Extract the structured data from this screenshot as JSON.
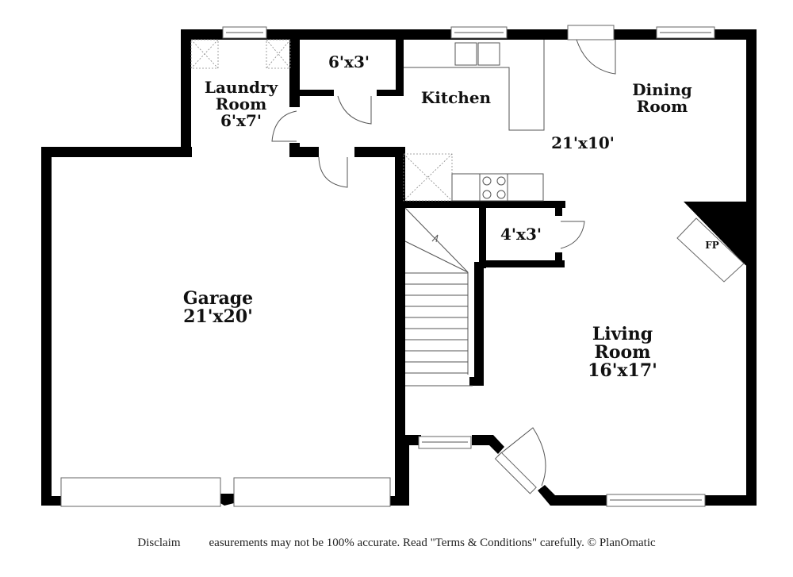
{
  "floorplan": {
    "rooms": {
      "laundry": {
        "name_line1": "Laundry",
        "name_line2": "Room",
        "dims": "6'x7'"
      },
      "closet_top": {
        "dims": "6'x3'"
      },
      "kitchen": {
        "name": "Kitchen"
      },
      "dining": {
        "name_line1": "Dining",
        "name_line2": "Room"
      },
      "kitchen_dining": {
        "dims": "21'x10'"
      },
      "closet_mid": {
        "dims": "4'x3'"
      },
      "fireplace": {
        "label": "FP"
      },
      "garage": {
        "name": "Garage",
        "dims": "21'x20'"
      },
      "living": {
        "name_line1": "Living",
        "name_line2": "Room",
        "dims": "16'x17'"
      }
    },
    "colors": {
      "wall": "#000000",
      "fixture": "#666666",
      "background": "#ffffff"
    }
  },
  "footer": {
    "disclaimer_part1": "Disclaim",
    "disclaimer_part2": "easurements may not be 100% accurate. Read \"Terms & Conditions\" carefully. © PlanOmatic"
  }
}
